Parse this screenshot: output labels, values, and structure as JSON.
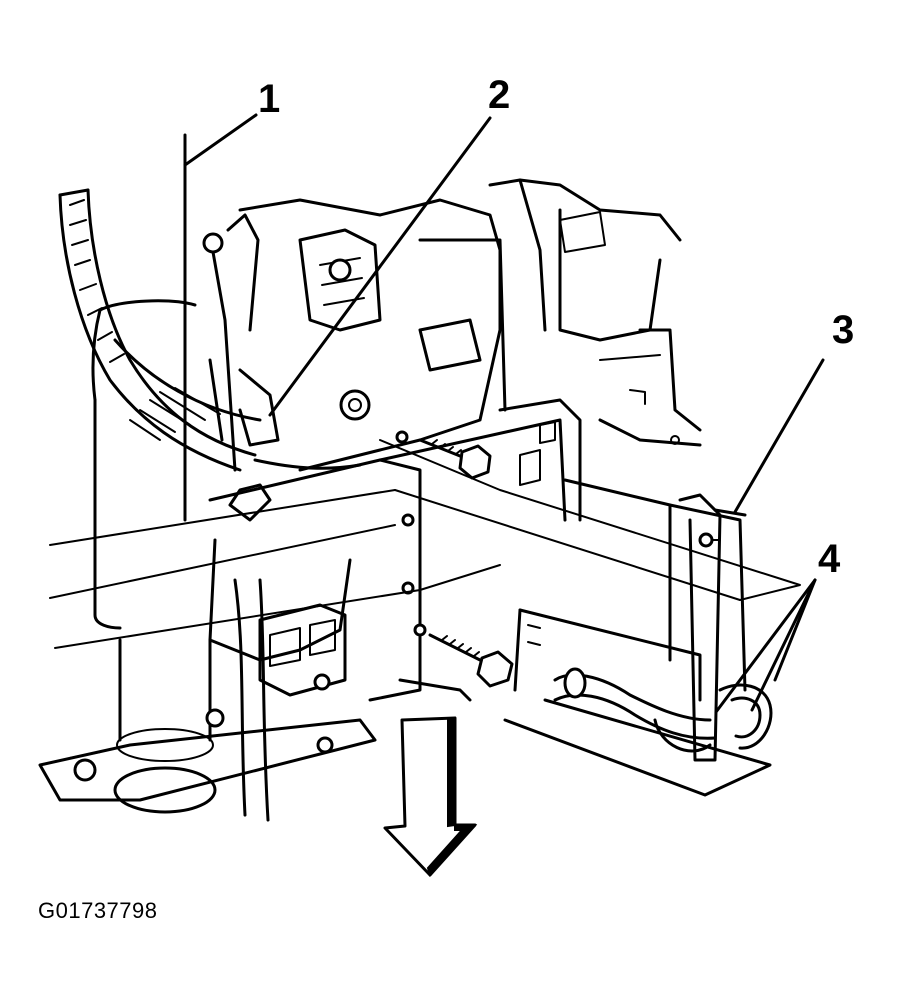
{
  "callouts": [
    {
      "id": "1",
      "label": "1"
    },
    {
      "id": "2",
      "label": "2"
    },
    {
      "id": "3",
      "label": "3"
    },
    {
      "id": "4",
      "label": "4"
    }
  ],
  "figure_id": "G01737798",
  "colors": {
    "line": "#000000",
    "background": "#ffffff"
  }
}
